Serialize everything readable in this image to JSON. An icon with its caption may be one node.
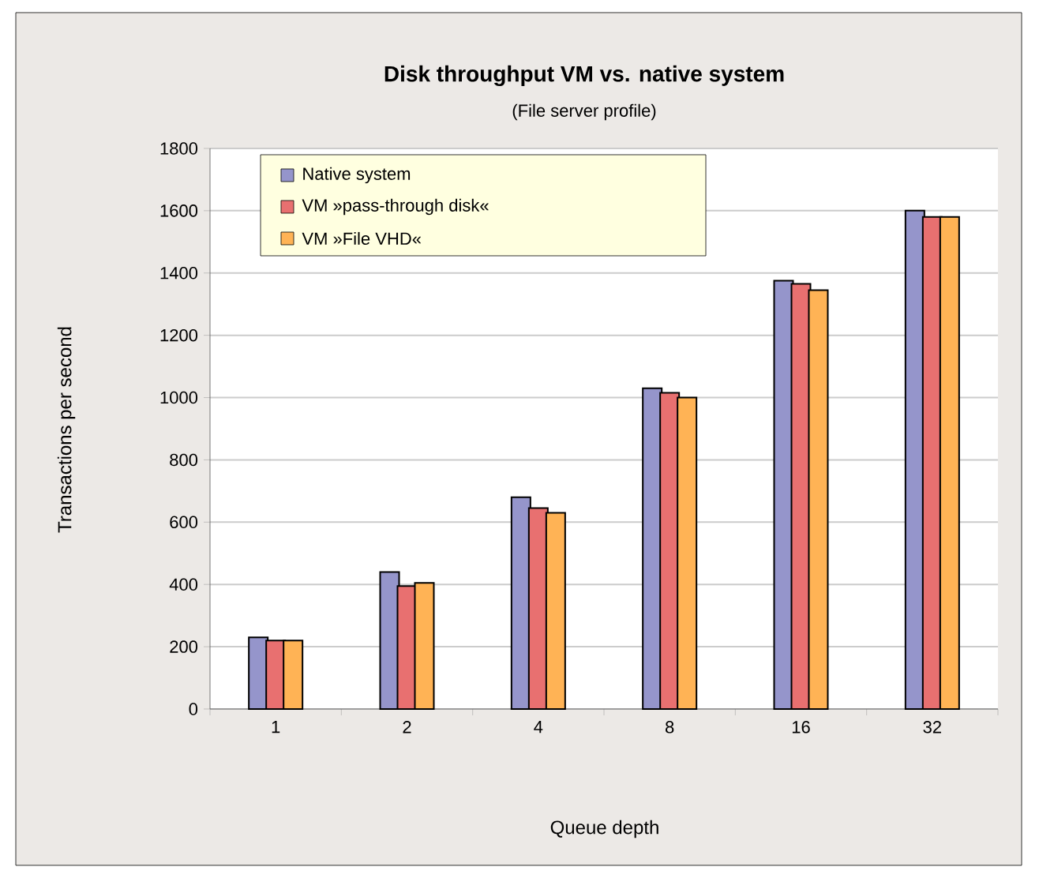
{
  "diagram": {
    "labels": [
      "(File server profile)"
    ],
    "chart_data": {
      "type": "bar",
      "title": "Disk throughput VM vs. native system",
      "xlabel": "Queue depth",
      "ylabel": "Transactions per second",
      "categories": [
        "1",
        "2",
        "4",
        "8",
        "16",
        "32"
      ],
      "series": [
        {
          "name": "Native system",
          "color": "#9595cb",
          "values": [
            230,
            440,
            680,
            1030,
            1375,
            1600
          ]
        },
        {
          "name": "VM »pass-through disk«",
          "color": "#e87070",
          "values": [
            220,
            395,
            645,
            1015,
            1365,
            1580
          ]
        },
        {
          "name": "VM »File VHD«",
          "color": "#ffb355",
          "values": [
            220,
            405,
            630,
            1000,
            1345,
            1580
          ]
        }
      ],
      "grid": true,
      "legend": true,
      "ylim": [
        0,
        1800
      ],
      "yticks": [
        0,
        200,
        400,
        600,
        800,
        1000,
        1200,
        1400,
        1600,
        1800
      ]
    }
  }
}
